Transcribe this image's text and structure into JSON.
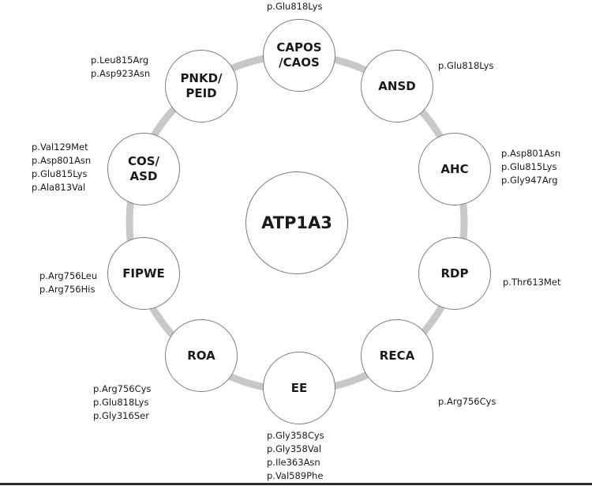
{
  "center": "ATP1A3",
  "colors": {
    "ring": "#c8c8c8",
    "node_border": "#7a7a7a",
    "text": "#1a1a1a"
  },
  "nodes": [
    {
      "id": "capos",
      "label": "CAPOS\n/CAOS",
      "mutations": [
        "p.Glu818Lys"
      ]
    },
    {
      "id": "ansd",
      "label": "ANSD",
      "mutations": [
        "p.Glu818Lys"
      ]
    },
    {
      "id": "ahc",
      "label": "AHC",
      "mutations": [
        "p.Asp801Asn",
        "p.Glu815Lys",
        "p.Gly947Arg"
      ]
    },
    {
      "id": "rdp",
      "label": "RDP",
      "mutations": [
        "p.Thr613Met"
      ]
    },
    {
      "id": "reca",
      "label": "RECA",
      "mutations": [
        "p.Arg756Cys"
      ]
    },
    {
      "id": "ee",
      "label": "EE",
      "mutations": [
        "p.Gly358Cys",
        "p.Gly358Val",
        "p.Ile363Asn",
        "p.Val589Phe"
      ]
    },
    {
      "id": "roa",
      "label": "ROA",
      "mutations": [
        "p.Arg756Cys",
        "p.Glu818Lys",
        "p.Gly316Ser"
      ]
    },
    {
      "id": "fipwe",
      "label": "FIPWE",
      "mutations": [
        "p.Arg756Leu",
        "p.Arg756His"
      ]
    },
    {
      "id": "cos-asd",
      "label": "COS/\nASD",
      "mutations": [
        "p.Val129Met",
        "p.Asp801Asn",
        "p.Glu815Lys",
        "p.Ala813Val"
      ]
    },
    {
      "id": "pnkd-peid",
      "label": "PNKD/\nPEID",
      "mutations": [
        "p.Leu815Arg",
        "p.Asp923Asn"
      ]
    }
  ]
}
